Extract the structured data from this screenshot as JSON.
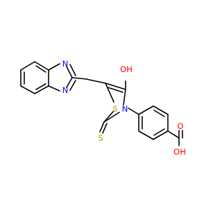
{
  "colors": {
    "background": "#ffffff",
    "bond": "#000000",
    "N": "#0000ff",
    "O": "#ff0000",
    "S": "#b3a100"
  },
  "labels": {
    "n_benz_top": "N",
    "n_benz_bottom": "N",
    "oh_enol": "OH",
    "s_ring": "S",
    "n_ring": "N",
    "s_thione": "S",
    "o_carbonyl": "O",
    "oh_acid": "OH"
  }
}
